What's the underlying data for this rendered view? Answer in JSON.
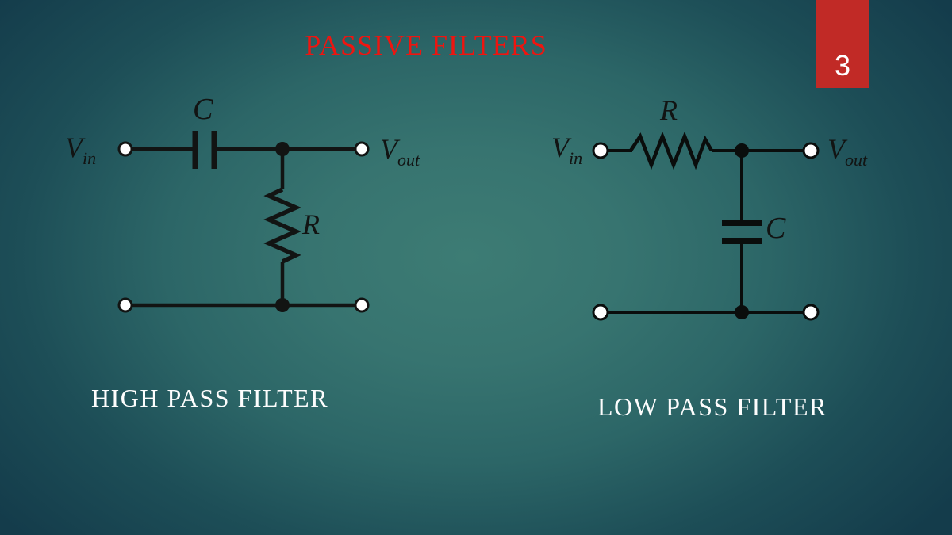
{
  "slide": {
    "title": "PASSIVE FILTERS",
    "page_number": "3",
    "colors": {
      "background_center": "#3d7c74",
      "background_edge": "#123a4a",
      "title_red": "#ee1510",
      "page_box_red": "#c12a26",
      "caption_white": "#fdfdfd",
      "circuit_ink": "#121413"
    }
  },
  "high_pass": {
    "caption": "HIGH PASS FILTER",
    "labels": {
      "input": {
        "symbol": "V",
        "subscript": "in"
      },
      "output": {
        "symbol": "V",
        "subscript": "out"
      },
      "series_capacitor": "C",
      "shunt_resistor": "R"
    }
  },
  "low_pass": {
    "caption": "LOW PASS FILTER",
    "labels": {
      "input": {
        "symbol": "V",
        "subscript": "in"
      },
      "output": {
        "symbol": "V",
        "subscript": "out"
      },
      "series_resistor": "R",
      "shunt_capacitor": "C"
    }
  }
}
